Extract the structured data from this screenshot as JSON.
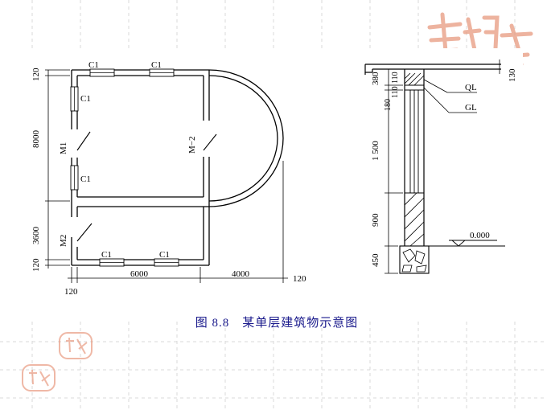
{
  "plan": {
    "dims": {
      "left_top_120": "120",
      "left_8000": "8000",
      "left_3600": "3600",
      "left_bottom_120": "120",
      "bottom_120": "120",
      "bottom_6000": "6000",
      "bottom_4000": "4000",
      "right_120": "120"
    },
    "labels": {
      "window_top_1": "C1",
      "window_top_2": "C1",
      "window_left_upper": "C1",
      "window_left_lower": "C1",
      "window_bottom_1": "C1",
      "window_bottom_2": "C1",
      "door_m1": "M1",
      "door_m2": "M−2",
      "door_m2_lower": "M2"
    }
  },
  "section": {
    "dims": {
      "d380": "380",
      "d110": "110",
      "d180": "180",
      "d110b": "110",
      "d1500": "1 500",
      "d900": "900",
      "d450": "450",
      "d130": "130"
    },
    "labels": {
      "ql": "QL",
      "gl": "GL",
      "elevation": "0.000"
    }
  },
  "caption": "图 8.8　某单层建筑物示意图",
  "colors": {
    "line": "#000000",
    "caption": "#1a1a8c",
    "seal": "#e89a80",
    "grid": "#d8d8d8"
  }
}
